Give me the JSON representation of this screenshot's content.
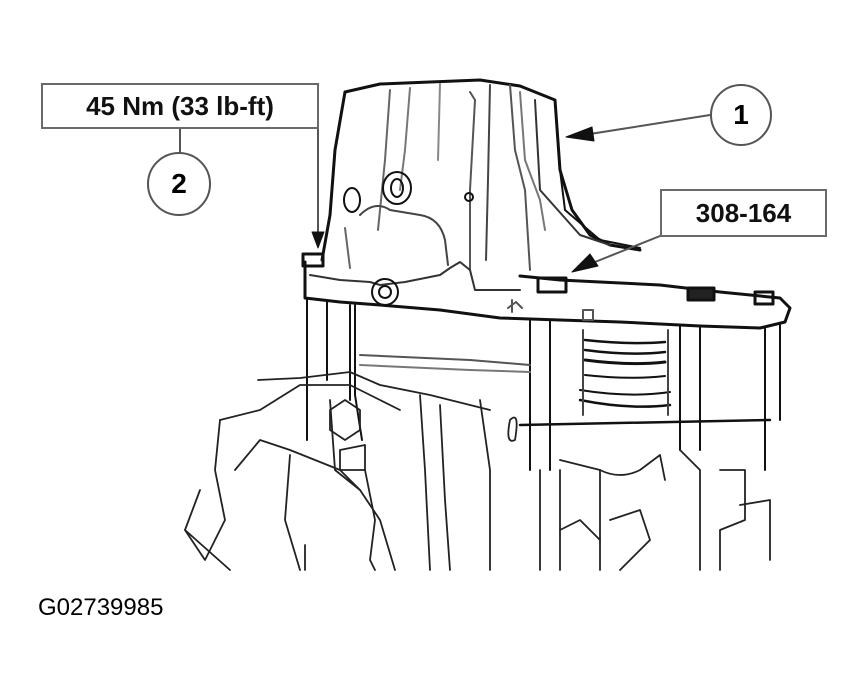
{
  "diagram": {
    "type": "technical service illustration",
    "subject": "transmission case with special tool installed",
    "callouts": [
      {
        "id": "1",
        "label": "1",
        "target": "transmission case housing"
      },
      {
        "id": "2",
        "label": "2",
        "target": "bolt",
        "spec": "45 Nm (33 lb-ft)"
      }
    ],
    "labels": {
      "torque_spec": "45 Nm (33 lb-ft)",
      "tool_number": "308-164",
      "callout_1": "1",
      "callout_2": "2"
    },
    "figure_id": "G02739985",
    "colors": {
      "line": "#000000",
      "leader": "#555555",
      "background": "#ffffff"
    }
  }
}
